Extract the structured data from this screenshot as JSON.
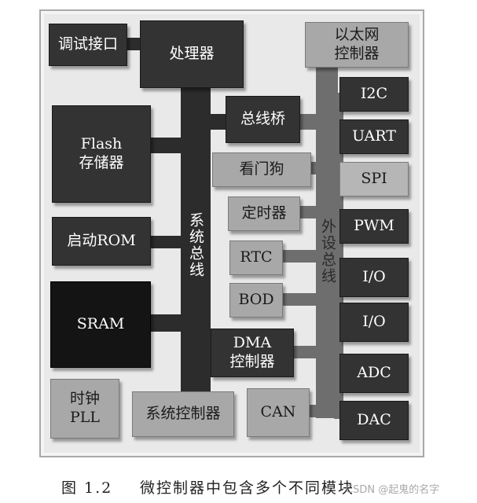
{
  "buses": {
    "system": "系统总线",
    "peripheral": "外设总线"
  },
  "blocks": {
    "debug": "调试接口",
    "cpu": "处理器",
    "ethernet": [
      "以太网",
      "控制器"
    ],
    "i2c": "I2C",
    "bridge": "总线桥",
    "flash": [
      "Flash",
      "存储器"
    ],
    "uart": "UART",
    "watchdog": "看门狗",
    "spi": "SPI",
    "timer": "定时器",
    "pwm": "PWM",
    "boot_rom": "启动ROM",
    "rtc": "RTC",
    "io1": "I/O",
    "bod": "BOD",
    "sram": "SRAM",
    "io2": "I/O",
    "dma": [
      "DMA",
      "控制器"
    ],
    "adc": "ADC",
    "clock": [
      "时钟",
      "PLL"
    ],
    "sysctrl": "系统控制器",
    "can": "CAN",
    "dac": "DAC"
  },
  "caption": {
    "number": "图 1.2",
    "text": "微控制器中包含多个不同模块"
  },
  "watermark": "CSDN @起鬼的名字"
}
